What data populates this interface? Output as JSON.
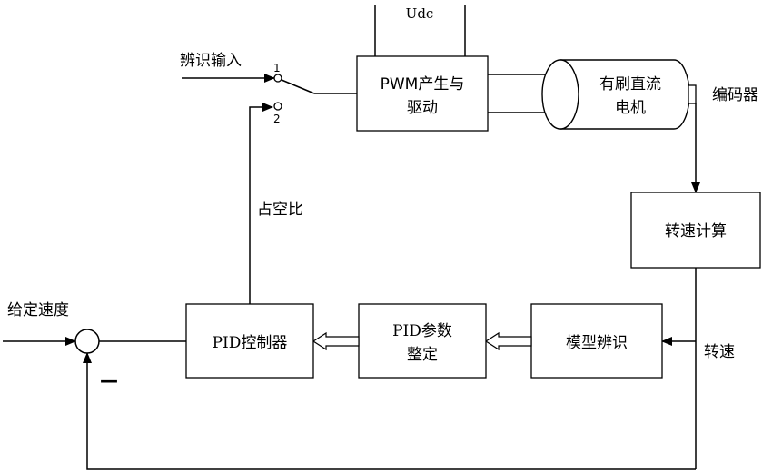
{
  "labels": {
    "udc": "Udc",
    "ident_input": "辨识输入",
    "switch_pos1": "1",
    "switch_pos2": "2",
    "duty_cycle": "占空比",
    "given_speed": "给定速度",
    "minus_sign": "—",
    "speed": "转速",
    "encoder": "编码器"
  },
  "blocks": {
    "pwm": {
      "line1": "PWM产生与",
      "line2": "驱动"
    },
    "motor": {
      "line1": "有刷直流",
      "line2": "电机"
    },
    "speed_calc": "转速计算",
    "pid_controller": "PID控制器",
    "pid_tuning": {
      "line1": "PID参数",
      "line2": "整定"
    },
    "model_ident": "模型辨识"
  }
}
